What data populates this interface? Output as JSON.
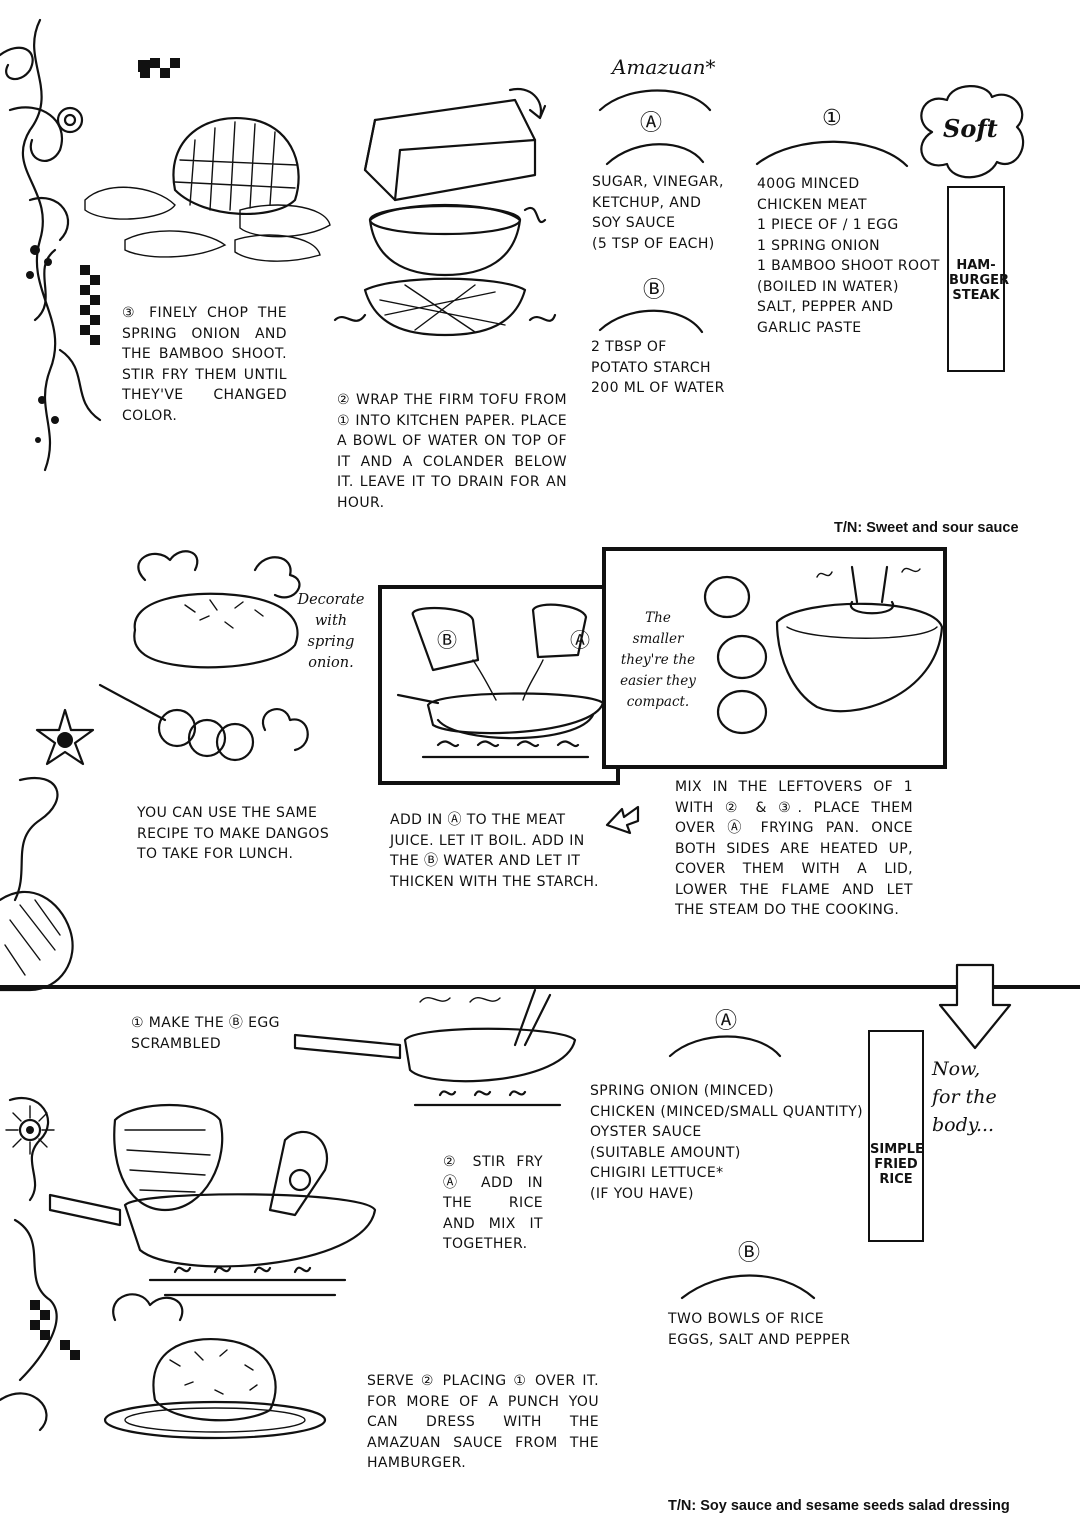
{
  "amazuan": {
    "title": "Amazuan*",
    "a_marker": "Ⓐ",
    "a_text": [
      "SUGAR, VINEGAR,",
      "KETCHUP, AND",
      "SOY SAUCE",
      "(5 TSP OF EACH)"
    ],
    "b_marker": "Ⓑ",
    "b_text": [
      "2 TBSP OF",
      "POTATO STARCH",
      "200 ML OF WATER"
    ]
  },
  "hamburger": {
    "marker": "①",
    "ingredients": [
      "400G MINCED",
      "CHICKEN MEAT",
      "1 PIECE OF / 1 EGG",
      "1 SPRING ONION",
      "1 BAMBOO SHOOT ROOT",
      "(BOILED IN WATER)",
      "SALT, PEPPER AND",
      "GARLIC PASTE"
    ],
    "soft_badge": "Soft",
    "label": [
      "HAM-",
      "BURGER",
      "STEAK"
    ]
  },
  "steps_top": {
    "step3": "③ FINELY CHOP THE SPRING ONION AND THE BAMBOO SHOOT. STIR FRY THEM UNTIL THEY'VE CHANGED COLOR.",
    "step2": "② WRAP THE FIRM TOFU FROM ① INTO KITCHEN PAPER. PLACE A BOWL OF WATER ON TOP OF IT AND A COLANDER BELOW IT. LEAVE IT TO DRAIN FOR AN HOUR."
  },
  "tn1": "T/N: Sweet and sour sauce",
  "middle": {
    "decorate_note": [
      "Decorate",
      "with spring",
      "onion."
    ],
    "dango_text": "YOU CAN USE THE SAME RECIPE TO MAKE DANGOS TO TAKE FOR LUNCH.",
    "sauce_text": "ADD IN Ⓐ TO THE MEAT JUICE. LET IT BOIL. ADD IN THE Ⓑ WATER AND LET IT THICKEN WITH THE STARCH.",
    "smaller_note": [
      "The smaller",
      "they're the",
      "easier they",
      "compact."
    ],
    "mix_text": "MIX IN THE LEFTOVERS OF 1 WITH ② & ③. PLACE THEM OVER Ⓐ FRYING PAN. ONCE BOTH SIDES ARE HEATED UP, COVER THEM WITH A LID, LOWER THE FLAME AND LET THE STEAM DO THE COOKING.",
    "cup_b": "Ⓑ",
    "cup_a": "Ⓐ"
  },
  "fried_rice": {
    "step1": "① MAKE THE Ⓑ EGG SCRAMBLED",
    "step2": "② STIR FRY Ⓐ ADD IN THE RICE AND MIX IT TOGETHER.",
    "a_marker": "Ⓐ",
    "a_text": [
      "SPRING ONION (MINCED)",
      "CHICKEN (MINCED/SMALL QUANTITY)",
      "OYSTER SAUCE",
      "(SUITABLE AMOUNT)",
      "CHIGIRI LETTUCE*",
      "(IF YOU HAVE)"
    ],
    "b_marker": "Ⓑ",
    "b_text": [
      "TWO BOWLS OF RICE",
      "EGGS, SALT AND PEPPER"
    ],
    "now_note": [
      "Now,",
      "for the",
      "body..."
    ],
    "label": [
      "SIMPLE",
      "FRIED",
      "RICE"
    ],
    "serve": "SERVE ② PLACING ① OVER IT. FOR MORE OF A PUNCH YOU CAN DRESS WITH THE AMAZUAN SAUCE FROM THE HAMBURGER."
  },
  "tn2": "T/N: Soy sauce and sesame seeds salad dressing"
}
